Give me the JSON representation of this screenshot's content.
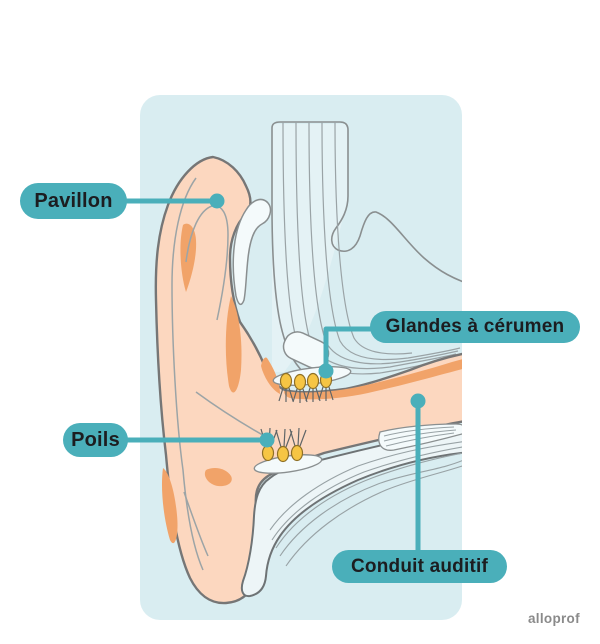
{
  "diagram": {
    "subject": "Anatomie de l'oreille externe",
    "labels": {
      "pavillon": {
        "text": "Pavillon"
      },
      "glandes_cerumen": {
        "text": "Glandes à cérumen"
      },
      "poils": {
        "text": "Poils"
      },
      "conduit_auditif": {
        "text": "Conduit auditif"
      }
    }
  },
  "watermark": {
    "text": "alloprof"
  },
  "colors": {
    "label_pill": "#4AAFBA",
    "label_text": "#1C1D20",
    "leader_line": "#4AAFBA",
    "panel_background": "#D9EDF1",
    "skin": "#FCD7BF",
    "skin_shade_orange": "#F1A369",
    "gland_yellow": "#F6C544",
    "cartilage_white": "#F4FAFB",
    "outline_gray": "#767676",
    "watermark_gray": "#8A8A8A"
  }
}
